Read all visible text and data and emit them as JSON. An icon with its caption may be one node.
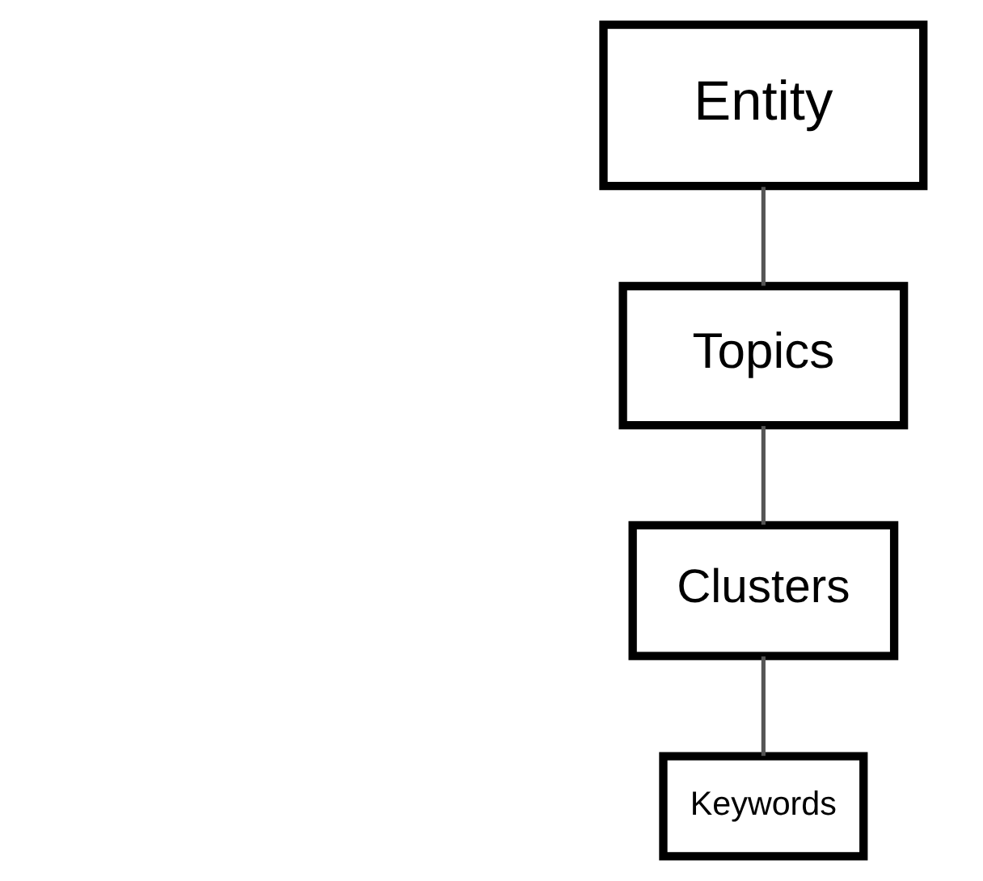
{
  "diagram": {
    "nodes": [
      {
        "text": [
          "Entity"
        ]
      },
      {
        "text": [
          "Topics"
        ]
      },
      {
        "text": [
          "Clusters"
        ]
      },
      {
        "text": [
          "Keywords"
        ]
      }
    ],
    "edges": [
      {
        "from": 0,
        "to": 1,
        "arrow": "none"
      },
      {
        "from": 1,
        "to": 2,
        "arrow": "none"
      },
      {
        "from": 2,
        "to": 3,
        "arrow": "none"
      }
    ]
  }
}
